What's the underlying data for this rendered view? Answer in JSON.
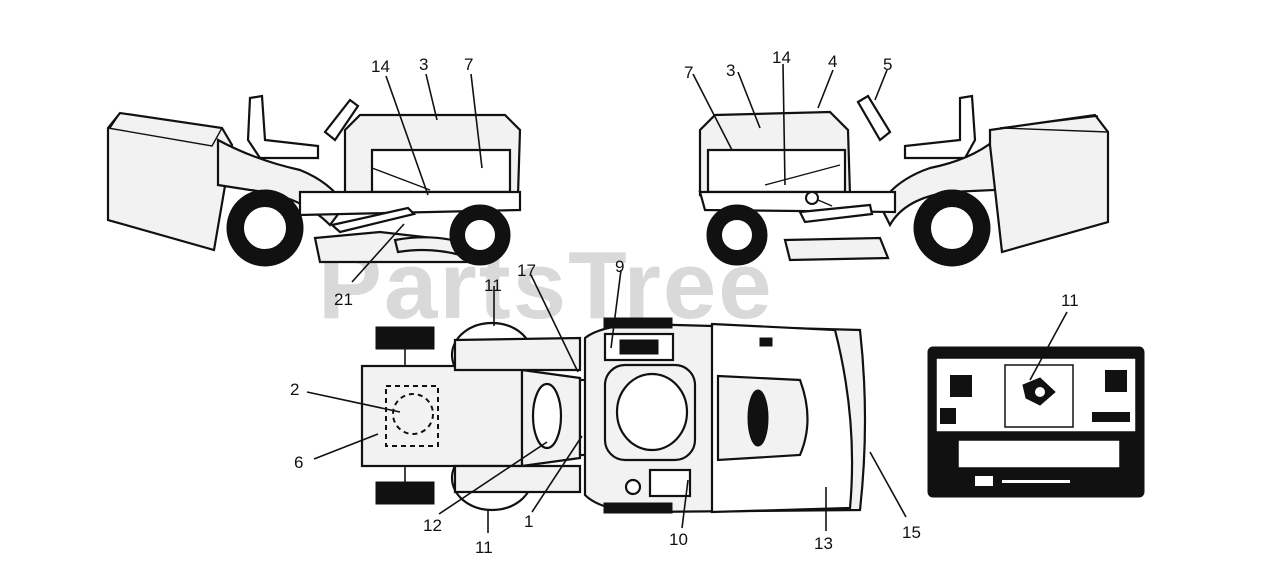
{
  "watermark": "PartsTree",
  "callouts": [
    {
      "id": "c-14-left",
      "text": "14"
    },
    {
      "id": "c-3-left",
      "text": "3"
    },
    {
      "id": "c-7-left",
      "text": "7"
    },
    {
      "id": "c-21",
      "text": "21"
    },
    {
      "id": "c-7-right",
      "text": "7"
    },
    {
      "id": "c-3-right",
      "text": "3"
    },
    {
      "id": "c-14-right",
      "text": "14"
    },
    {
      "id": "c-4",
      "text": "4"
    },
    {
      "id": "c-5",
      "text": "5"
    },
    {
      "id": "c-17",
      "text": "17"
    },
    {
      "id": "c-9",
      "text": "9"
    },
    {
      "id": "c-11-top",
      "text": "11"
    },
    {
      "id": "c-2",
      "text": "2"
    },
    {
      "id": "c-6",
      "text": "6"
    },
    {
      "id": "c-12",
      "text": "12"
    },
    {
      "id": "c-1",
      "text": "1"
    },
    {
      "id": "c-11-bottom",
      "text": "11"
    },
    {
      "id": "c-10",
      "text": "10"
    },
    {
      "id": "c-13",
      "text": "13"
    },
    {
      "id": "c-15",
      "text": "15"
    },
    {
      "id": "c-11-panel",
      "text": "11"
    }
  ]
}
